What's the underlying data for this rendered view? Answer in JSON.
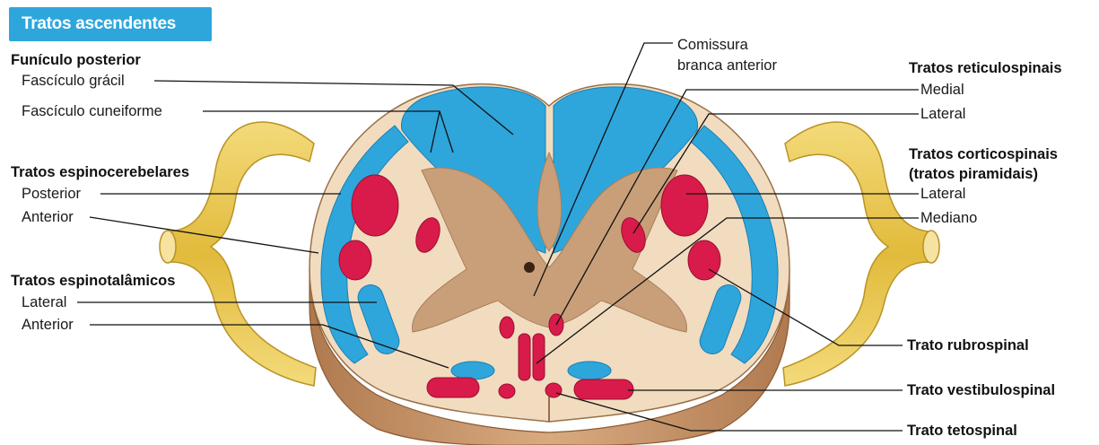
{
  "banner": {
    "title": "Tratos ascendentes"
  },
  "left": {
    "posterior_heading": "Funículo posterior",
    "gracil": "Fascículo grácil",
    "cuneiforme": "Fascículo cuneiforme",
    "spinocerebellar_heading": "Tratos espinocerebelares",
    "sc_posterior": "Posterior",
    "sc_anterior": "Anterior",
    "spinothalamic_heading": "Tratos espinotalâmicos",
    "st_lateral": "Lateral",
    "st_anterior": "Anterior"
  },
  "center": {
    "commissure_line1": "Comissura",
    "commissure_line2": "branca anterior"
  },
  "right": {
    "reticulo_heading": "Tratos reticulospinais",
    "ret_medial": "Medial",
    "ret_lateral": "Lateral",
    "cortico_heading_1": "Tratos corticospinais",
    "cortico_heading_2": "(tratos piramidais)",
    "cs_lateral": "Lateral",
    "cs_mediano": "Mediano",
    "rubrospinal": "Trato rubrospinal",
    "vestibulospinal": "Trato vestibulospinal",
    "tectospinal": "Trato tetospinal"
  },
  "colors": {
    "ascending_blue": "#2ea6dc",
    "descending_red": "#d81b4a",
    "white_matter": "#f1dcc0",
    "gray_matter": "#c89f79",
    "nerve_root": "#e9c94f"
  }
}
